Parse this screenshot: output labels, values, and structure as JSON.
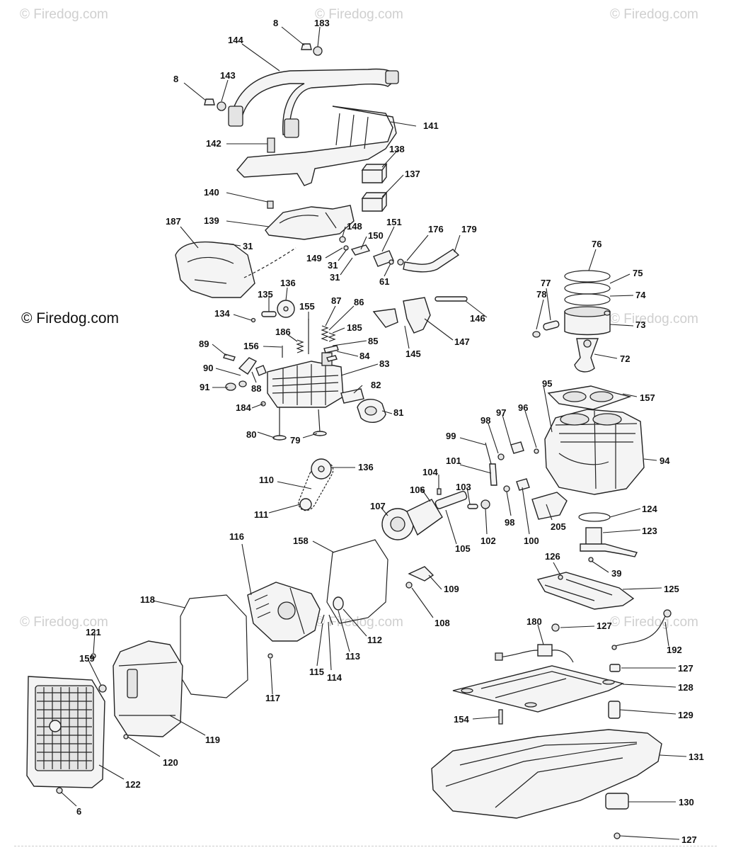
{
  "watermarks": [
    {
      "text": "© Firedog.com"
    },
    {
      "text": "© Firedog.com"
    },
    {
      "text": "© Firedog.com"
    },
    {
      "text": "© Firedog.com"
    },
    {
      "text": "© Firedog.com"
    },
    {
      "text": "© Firedog.com"
    },
    {
      "text": "© Firedog.com"
    }
  ],
  "copyright": "© Firedog.com",
  "callouts": [
    {
      "label": "8"
    },
    {
      "label": "183"
    },
    {
      "label": "144"
    },
    {
      "label": "8"
    },
    {
      "label": "143"
    },
    {
      "label": "141"
    },
    {
      "label": "142"
    },
    {
      "label": "138"
    },
    {
      "label": "137"
    },
    {
      "label": "140"
    },
    {
      "label": "187"
    },
    {
      "label": "139"
    },
    {
      "label": "31"
    },
    {
      "label": "148"
    },
    {
      "label": "150"
    },
    {
      "label": "151"
    },
    {
      "label": "176"
    },
    {
      "label": "179"
    },
    {
      "label": "149"
    },
    {
      "label": "31"
    },
    {
      "label": "31"
    },
    {
      "label": "61"
    },
    {
      "label": "76"
    },
    {
      "label": "75"
    },
    {
      "label": "74"
    },
    {
      "label": "78"
    },
    {
      "label": "77"
    },
    {
      "label": "73"
    },
    {
      "label": "135"
    },
    {
      "label": "136"
    },
    {
      "label": "134"
    },
    {
      "label": "155"
    },
    {
      "label": "87"
    },
    {
      "label": "86"
    },
    {
      "label": "146"
    },
    {
      "label": "185"
    },
    {
      "label": "186"
    },
    {
      "label": "85"
    },
    {
      "label": "145"
    },
    {
      "label": "147"
    },
    {
      "label": "89"
    },
    {
      "label": "156"
    },
    {
      "label": "84"
    },
    {
      "label": "72"
    },
    {
      "label": "90"
    },
    {
      "label": "83"
    },
    {
      "label": "91"
    },
    {
      "label": "88"
    },
    {
      "label": "82"
    },
    {
      "label": "95"
    },
    {
      "label": "157"
    },
    {
      "label": "184"
    },
    {
      "label": "81"
    },
    {
      "label": "98"
    },
    {
      "label": "97"
    },
    {
      "label": "96"
    },
    {
      "label": "80"
    },
    {
      "label": "79"
    },
    {
      "label": "99"
    },
    {
      "label": "94"
    },
    {
      "label": "136"
    },
    {
      "label": "104"
    },
    {
      "label": "101"
    },
    {
      "label": "110"
    },
    {
      "label": "103"
    },
    {
      "label": "106"
    },
    {
      "label": "98"
    },
    {
      "label": "107"
    },
    {
      "label": "111"
    },
    {
      "label": "124"
    },
    {
      "label": "123"
    },
    {
      "label": "205"
    },
    {
      "label": "102"
    },
    {
      "label": "100"
    },
    {
      "label": "105"
    },
    {
      "label": "116"
    },
    {
      "label": "158"
    },
    {
      "label": "126"
    },
    {
      "label": "39"
    },
    {
      "label": "125"
    },
    {
      "label": "109"
    },
    {
      "label": "118"
    },
    {
      "label": "108"
    },
    {
      "label": "180"
    },
    {
      "label": "127"
    },
    {
      "label": "121"
    },
    {
      "label": "112"
    },
    {
      "label": "192"
    },
    {
      "label": "113"
    },
    {
      "label": "159"
    },
    {
      "label": "127"
    },
    {
      "label": "115"
    },
    {
      "label": "114"
    },
    {
      "label": "128"
    },
    {
      "label": "117"
    },
    {
      "label": "129"
    },
    {
      "label": "154"
    },
    {
      "label": "119"
    },
    {
      "label": "131"
    },
    {
      "label": "120"
    },
    {
      "label": "122"
    },
    {
      "label": "130"
    },
    {
      "label": "6"
    },
    {
      "label": "127"
    }
  ]
}
